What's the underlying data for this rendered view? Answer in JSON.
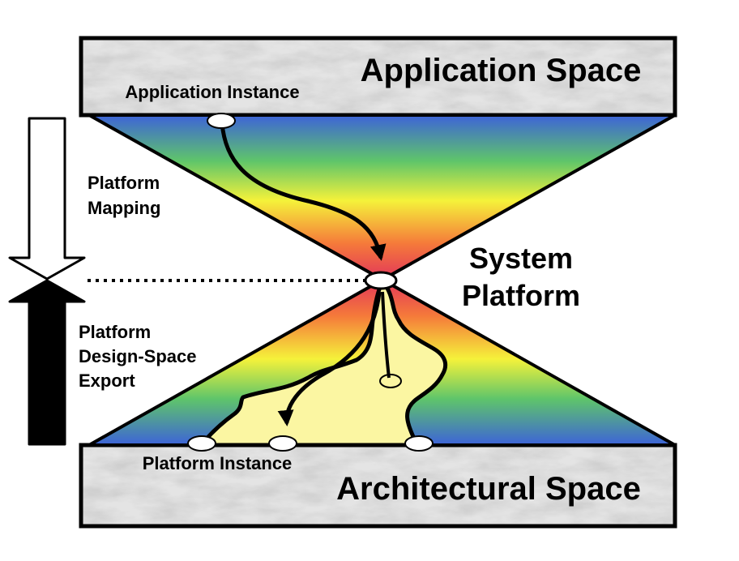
{
  "application_space": {
    "title": "Application Space",
    "instance_label": "Application Instance"
  },
  "architectural_space": {
    "title": "Architectural Space",
    "instance_label": "Platform Instance"
  },
  "system_platform": {
    "line1": "System",
    "line2": "Platform"
  },
  "platform_mapping": {
    "line1": "Platform",
    "line2": "Mapping"
  },
  "design_space_export": {
    "line1": "Platform",
    "line2": "Design-Space",
    "line3": "Export"
  },
  "colors": {
    "gradient_blue": "#3d63d8",
    "gradient_green": "#5fc56a",
    "gradient_yellow": "#f5f23a",
    "gradient_orange": "#f57a3a",
    "gradient_red": "#e2365a",
    "region_fill": "#fbf6a2",
    "outline": "#000000"
  }
}
